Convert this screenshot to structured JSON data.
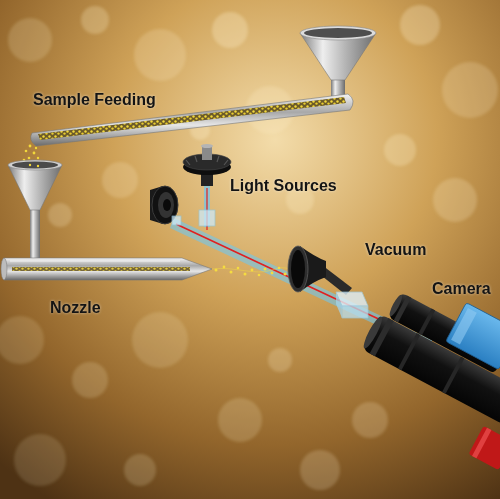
{
  "diagram": {
    "labels": [
      "Sample Feeding",
      "Light Sources",
      "Vacuum",
      "Camera",
      "Nozzle"
    ]
  }
}
